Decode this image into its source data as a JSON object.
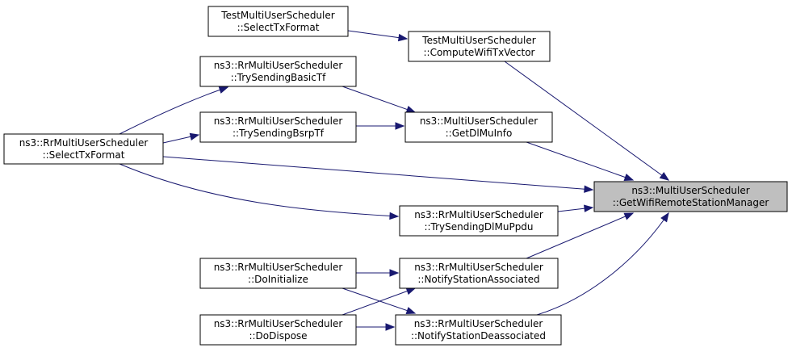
{
  "nodes": [
    {
      "id": "test_select",
      "line1": "TestMultiUserScheduler",
      "line2": "::SelectTxFormat"
    },
    {
      "id": "test_compute",
      "line1": "TestMultiUserScheduler",
      "line2": "::ComputeWifiTxVector"
    },
    {
      "id": "rr_basic",
      "line1": "ns3::RrMultiUserScheduler",
      "line2": "::TrySendingBasicTf"
    },
    {
      "id": "rr_bsrp",
      "line1": "ns3::RrMultiUserScheduler",
      "line2": "::TrySendingBsrpTf"
    },
    {
      "id": "mu_getdl",
      "line1": "ns3::MultiUserScheduler",
      "line2": "::GetDlMuInfo"
    },
    {
      "id": "rr_select",
      "line1": "ns3::RrMultiUserScheduler",
      "line2": "::SelectTxFormat"
    },
    {
      "id": "target",
      "line1": "ns3::MultiUserScheduler",
      "line2": "::GetWifiRemoteStationManager"
    },
    {
      "id": "rr_dlppdu",
      "line1": "ns3::RrMultiUserScheduler",
      "line2": "::TrySendingDlMuPpdu"
    },
    {
      "id": "rr_init",
      "line1": "ns3::RrMultiUserScheduler",
      "line2": "::DoInitialize"
    },
    {
      "id": "rr_assoc",
      "line1": "ns3::RrMultiUserScheduler",
      "line2": "::NotifyStationAssociated"
    },
    {
      "id": "rr_dispose",
      "line1": "ns3::RrMultiUserScheduler",
      "line2": "::DoDispose"
    },
    {
      "id": "rr_deassoc",
      "line1": "ns3::RrMultiUserScheduler",
      "line2": "::NotifyStationDeassociated"
    }
  ],
  "edges": [
    {
      "from": "test_select",
      "to": "test_compute"
    },
    {
      "from": "test_compute",
      "to": "target"
    },
    {
      "from": "rr_select",
      "to": "rr_basic"
    },
    {
      "from": "rr_basic",
      "to": "mu_getdl"
    },
    {
      "from": "rr_select",
      "to": "rr_bsrp"
    },
    {
      "from": "rr_bsrp",
      "to": "mu_getdl"
    },
    {
      "from": "mu_getdl",
      "to": "target"
    },
    {
      "from": "rr_select",
      "to": "target"
    },
    {
      "from": "rr_select",
      "to": "rr_dlppdu"
    },
    {
      "from": "rr_dlppdu",
      "to": "target"
    },
    {
      "from": "rr_init",
      "to": "rr_assoc"
    },
    {
      "from": "rr_init",
      "to": "rr_deassoc"
    },
    {
      "from": "rr_dispose",
      "to": "rr_assoc"
    },
    {
      "from": "rr_dispose",
      "to": "rr_deassoc"
    },
    {
      "from": "rr_assoc",
      "to": "target"
    },
    {
      "from": "rr_deassoc",
      "to": "target"
    }
  ],
  "colors": {
    "edge": "#191970",
    "focus_fill": "#bfbfbf",
    "node_fill": "#ffffff"
  }
}
